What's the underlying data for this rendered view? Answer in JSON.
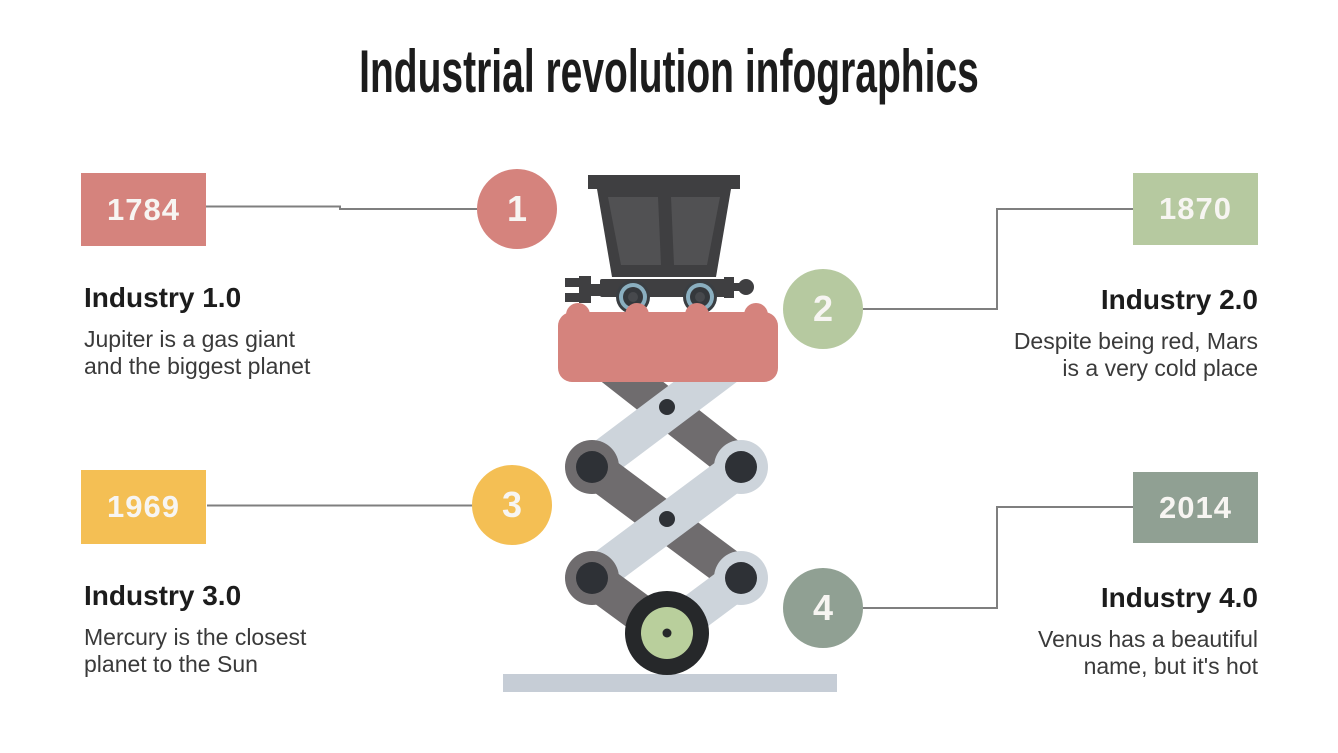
{
  "title": "Industrial revolution infographics",
  "theme": {
    "background": "#ffffff",
    "salmon": "#d5837d",
    "green": "#b6c9a0",
    "yellow": "#f4bf54",
    "sage": "#90a093",
    "line": "#7f7f7f",
    "text_dark": "#1c1c1c",
    "text_body": "#3a3a3a",
    "cart_dark": "#3f3f41",
    "cart_inner": "#515153",
    "wheel_rim": "#8aafc0",
    "arm_light": "#cdd4db",
    "arm_dark": "#6f6c6e",
    "pivot_dark": "#2e3136",
    "wheel_green": "#b9cf9c",
    "ground": "#c6cdd6"
  },
  "items": [
    {
      "number": "1",
      "year": "1784",
      "title": "Industry 1.0",
      "color": "#d5837d",
      "lines": [
        "Jupiter is a gas giant",
        "and the biggest planet"
      ]
    },
    {
      "number": "2",
      "year": "1870",
      "title": "Industry 2.0",
      "color": "#b6c9a0",
      "lines": [
        "Despite being red, Mars",
        "is a very cold place"
      ]
    },
    {
      "number": "3",
      "year": "1969",
      "title": "Industry 3.0",
      "color": "#f4bf54",
      "lines": [
        "Mercury is the closest",
        "planet to the Sun"
      ]
    },
    {
      "number": "4",
      "year": "2014",
      "title": "Industry 4.0",
      "color": "#90a093",
      "lines": [
        "Venus has a beautiful",
        "name, but it's hot"
      ]
    }
  ],
  "illustration": {
    "icons": [
      "mine-cart-icon",
      "scissor-lift-icon",
      "wheel-icon",
      "ground-bar"
    ]
  }
}
